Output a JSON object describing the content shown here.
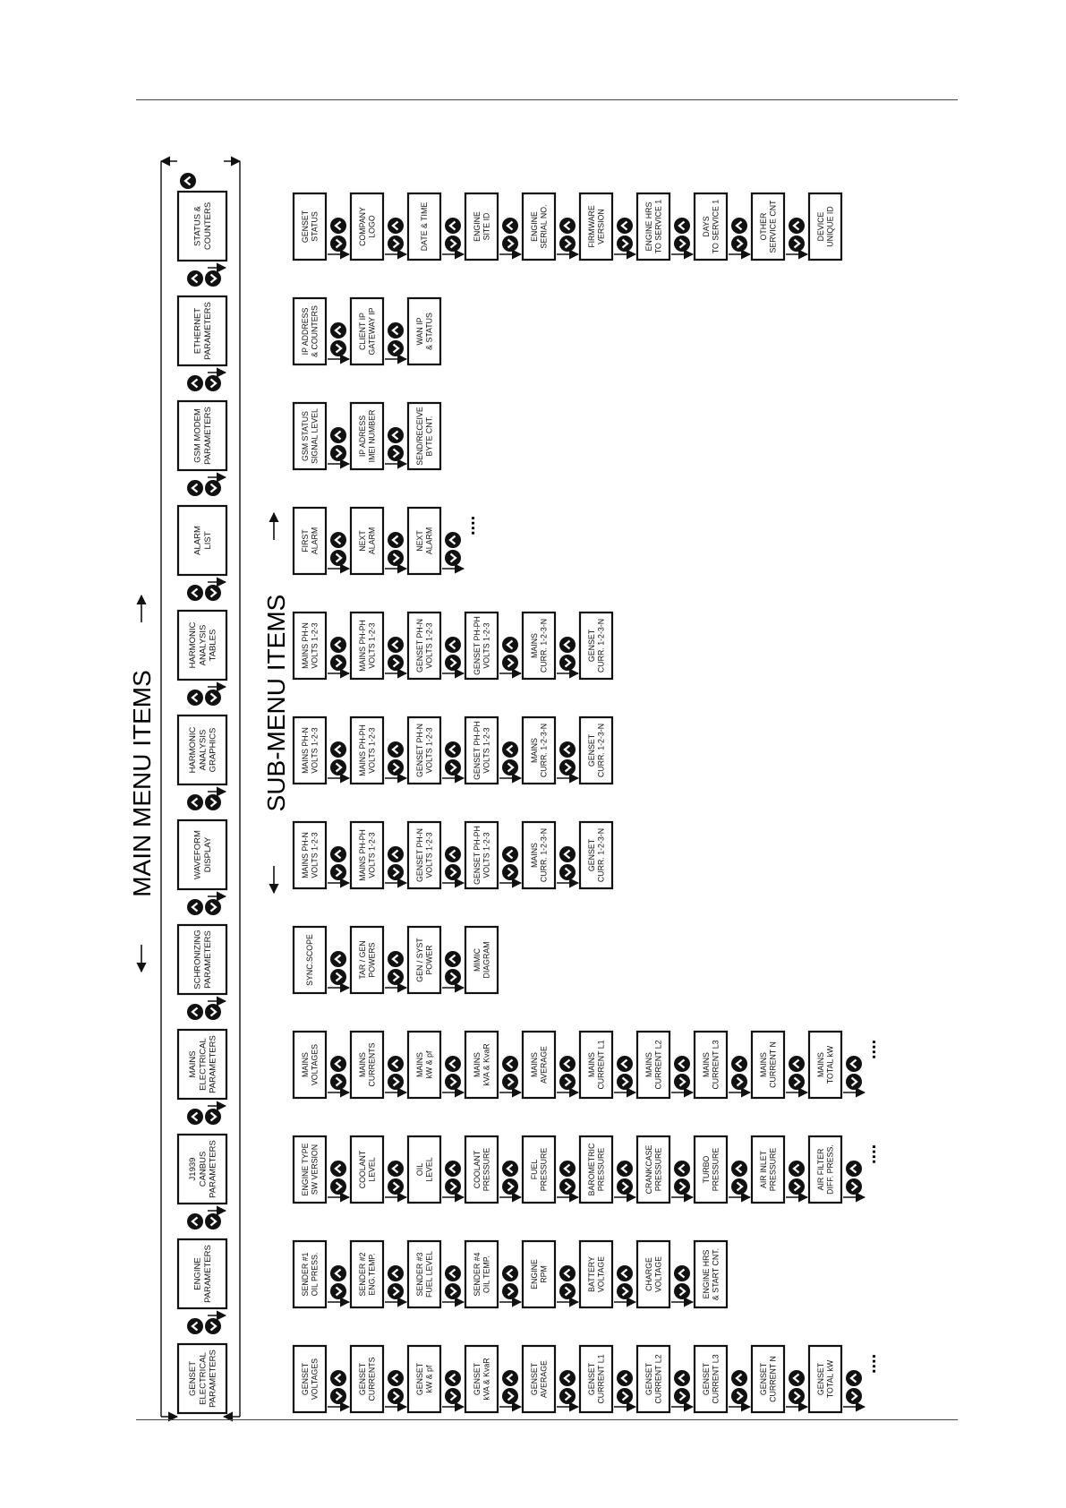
{
  "main_title": "MAIN MENU ITEMS",
  "sub_title": "SUB-MENU ITEMS",
  "ellipsis": "....",
  "main_menu": [
    [
      "GENSET",
      "ELECTRICAL",
      "PARAMETERS"
    ],
    [
      "ENGINE",
      "PARAMETERS"
    ],
    [
      "J1939",
      "CANBUS",
      "PARAMETERS"
    ],
    [
      "MAINS",
      "ELECTRICAL",
      "PARAMETERS"
    ],
    [
      "SCHRONIZING",
      "PARAMETERS"
    ],
    [
      "WAVEFORM",
      "DISPLAY"
    ],
    [
      "HARMONIC",
      "ANALYSIS",
      "GRAPHICS"
    ],
    [
      "HARMONIC",
      "ANALYSIS",
      "TABLES"
    ],
    [
      "ALARM",
      "LIST"
    ],
    [
      "GSM MODEM",
      "PARAMETERS"
    ],
    [
      "ETHERNET",
      "PARAMETERS"
    ],
    [
      "STATUS &",
      "COUNTERS"
    ]
  ],
  "sub_menus": [
    {
      "items": [
        [
          "GENSET",
          "VOLTAGES"
        ],
        [
          "GENSET",
          "CURRENTS"
        ],
        [
          "GENSET",
          "kW & pf"
        ],
        [
          "GENSET",
          "kVA & KvaR"
        ],
        [
          "GENSET",
          "AVERAGE"
        ],
        [
          "GENSET",
          "CURRENT L1"
        ],
        [
          "GENSET",
          "CURRENT L2"
        ],
        [
          "GENSET",
          "CURRENT L3"
        ],
        [
          "GENSET",
          "CURRENT N"
        ],
        [
          "GENSET",
          "TOTAL kW"
        ]
      ],
      "more": true
    },
    {
      "items": [
        [
          "SENDER #1",
          "OIL PRESS."
        ],
        [
          "SENDER #2",
          "ENG.TEMP."
        ],
        [
          "SENDER #3",
          "FUEL LEVEL"
        ],
        [
          "SENDER #4",
          "OIL TEMP."
        ],
        [
          "ENGINE",
          "RPM"
        ],
        [
          "BATTERY",
          "VOLTAGE"
        ],
        [
          "CHARGE",
          "VOLTAGE"
        ],
        [
          "ENGINE HRS",
          "& START CNT."
        ]
      ],
      "more": false
    },
    {
      "items": [
        [
          "ENGINE TYPE",
          "SW VERSION"
        ],
        [
          "COOLANT",
          "LEVEL"
        ],
        [
          "OIL",
          "LEVEL"
        ],
        [
          "COOLANT",
          "PRESSURE"
        ],
        [
          "FUEL",
          "PRESSURE"
        ],
        [
          "BAROMETRIC",
          "PRESSURE"
        ],
        [
          "CRANKCASE",
          "PRESSURE"
        ],
        [
          "TURBO",
          "PRESSURE"
        ],
        [
          "AIR INLET",
          "PRESSURE"
        ],
        [
          "AIR FILTER",
          "DIFF. PRESS."
        ]
      ],
      "more": true
    },
    {
      "items": [
        [
          "MAINS",
          "VOLTAGES"
        ],
        [
          "MAINS",
          "CURRENTS"
        ],
        [
          "MAINS",
          "kW & pf"
        ],
        [
          "MAINS",
          "kVA & KvaR"
        ],
        [
          "MAINS",
          "AVERAGE"
        ],
        [
          "MAINS",
          "CURRENT L1"
        ],
        [
          "MAINS",
          "CURRENT L2"
        ],
        [
          "MAINS",
          "CURRENT L3"
        ],
        [
          "MAINS",
          "CURRENT N"
        ],
        [
          "MAINS",
          "TOTAL kW"
        ]
      ],
      "more": true
    },
    {
      "items": [
        [
          "SYNC.SCOPE"
        ],
        [
          "TAR / GEN",
          "POWERS"
        ],
        [
          "GEN / SYST",
          "POWER"
        ],
        [
          "MIMIC",
          "DIAGRAM"
        ]
      ],
      "more": false
    },
    {
      "items": [
        [
          "MAINS PH-N",
          "VOLTS 1-2-3"
        ],
        [
          "MAINS PH-PH",
          "VOLTS 1-2-3"
        ],
        [
          "GENSET PH-N",
          "VOLTS 1-2-3"
        ],
        [
          "GENSET PH-PH",
          "VOLTS 1-2-3"
        ],
        [
          "MAINS",
          "CURR. 1-2-3-N"
        ],
        [
          "GENSET",
          "CURR. 1-2-3-N"
        ]
      ],
      "more": false
    },
    {
      "items": [
        [
          "MAINS PH-N",
          "VOLTS 1-2-3"
        ],
        [
          "MAINS PH-PH",
          "VOLTS 1-2-3"
        ],
        [
          "GENSET PH-N",
          "VOLTS 1-2-3"
        ],
        [
          "GENSET PH-PH",
          "VOLTS 1-2-3"
        ],
        [
          "MAINS",
          "CURR. 1-2-3-N"
        ],
        [
          "GENSET",
          "CURR. 1-2-3-N"
        ]
      ],
      "more": false
    },
    {
      "items": [
        [
          "MAINS PH-N",
          "VOLTS 1-2-3"
        ],
        [
          "MAINS PH-PH",
          "VOLTS 1-2-3"
        ],
        [
          "GENSET PH-N",
          "VOLTS 1-2-3"
        ],
        [
          "GENSET PH-PH",
          "VOLTS 1-2-3"
        ],
        [
          "MAINS",
          "CURR. 1-2-3-N"
        ],
        [
          "GENSET",
          "CURR. 1-2-3-N"
        ]
      ],
      "more": false
    },
    {
      "items": [
        [
          "FIRST",
          "ALARM"
        ],
        [
          "NEXT",
          "ALARM"
        ],
        [
          "NEXT",
          "ALARM"
        ]
      ],
      "more": true
    },
    {
      "items": [
        [
          "GSM STATUS",
          "SIGNAL LEVEL"
        ],
        [
          "IP ADRESS",
          "IMEI NUMBER"
        ],
        [
          "SEND/RECEIVE",
          "BYTE CNT."
        ]
      ],
      "more": false
    },
    {
      "items": [
        [
          "IP ADDRESS",
          "& COUNTERS"
        ],
        [
          "CLIENT IP",
          "GATEWAY IP"
        ],
        [
          "WAN IP",
          "& STATUS"
        ]
      ],
      "more": false
    },
    {
      "items": [
        [
          "GENSET",
          "STATUS"
        ],
        [
          "COMPANY",
          "LOGO"
        ],
        [
          "DATE & TIME"
        ],
        [
          "ENGINE",
          "SITE ID"
        ],
        [
          "ENGINE",
          "SERIAL NO."
        ],
        [
          "FIRMWARE",
          "VERSION"
        ],
        [
          "ENGINE HRS",
          "TO SERVICE 1"
        ],
        [
          "DAYS",
          "TO SERVICE 1"
        ],
        [
          "OTHER",
          "SERVICE CNT"
        ],
        [
          "DEVICE",
          "UNIQUE ID"
        ]
      ],
      "more": false
    }
  ]
}
